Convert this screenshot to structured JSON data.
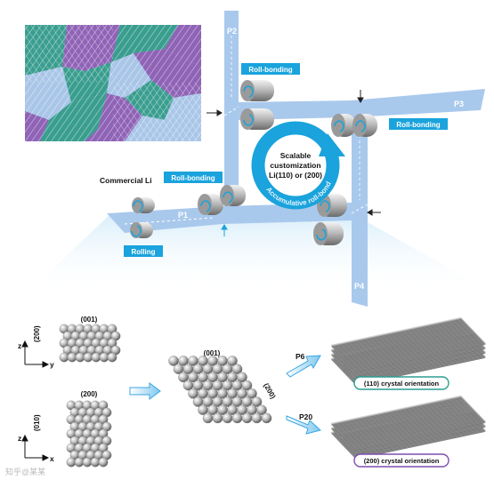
{
  "planes": {
    "p1": "P1",
    "p2": "P2",
    "p3": "P3",
    "p4": "P4"
  },
  "labels": {
    "roll_bonding": "Roll-bonding",
    "rolling": "Rolling",
    "commercial_li": "Commercial Li",
    "center_line1": "Scalable",
    "center_line2": "customization",
    "center_line3": "Li(110) or (200)",
    "arc_text": "Accumulative roll-bonding"
  },
  "lattice": {
    "face_001": "(001)",
    "face_200": "(200)",
    "face_010": "(010)",
    "face_001_b": "(001)",
    "face_200_b": "(200)"
  },
  "axes": {
    "top": {
      "vertical": "z",
      "horizontal": "y",
      "side_label": "(200)"
    },
    "bottom": {
      "vertical": "z",
      "horizontal": "x",
      "side_label": "(010)"
    }
  },
  "steps": {
    "p6": "P6",
    "p20": "P20"
  },
  "results": {
    "orientation_110": "(110) crystal orientation",
    "orientation_200": "(200) crystal orientation"
  },
  "colors": {
    "plane_blue": "#a9c9ec",
    "label_blue": "#1aa3dc",
    "grain_teal": "#3a9e8f",
    "grain_purple": "#8f63b6",
    "grain_light": "#a9c6e8",
    "border_teal": "#2b9e90",
    "border_purple": "#7d4fb0"
  },
  "watermark": "知乎@某某"
}
